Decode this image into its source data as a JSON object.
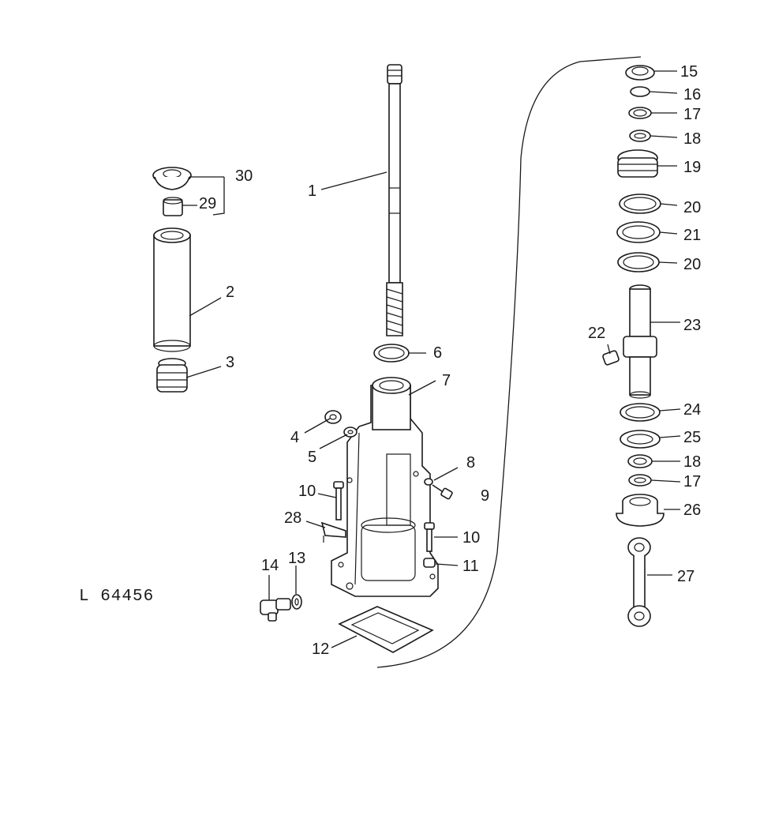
{
  "drawing_code": "L  64456",
  "callouts": [
    {
      "id": "c1",
      "text": "1"
    },
    {
      "id": "c2",
      "text": "2"
    },
    {
      "id": "c3",
      "text": "3"
    },
    {
      "id": "c4",
      "text": "4"
    },
    {
      "id": "c5",
      "text": "5"
    },
    {
      "id": "c6",
      "text": "6"
    },
    {
      "id": "c7",
      "text": "7"
    },
    {
      "id": "c8",
      "text": "8"
    },
    {
      "id": "c9",
      "text": "9"
    },
    {
      "id": "c10a",
      "text": "10"
    },
    {
      "id": "c10b",
      "text": "10"
    },
    {
      "id": "c11",
      "text": "11"
    },
    {
      "id": "c12",
      "text": "12"
    },
    {
      "id": "c13",
      "text": "13"
    },
    {
      "id": "c14",
      "text": "14"
    },
    {
      "id": "c15",
      "text": "15"
    },
    {
      "id": "c16",
      "text": "16"
    },
    {
      "id": "c17a",
      "text": "17"
    },
    {
      "id": "c17b",
      "text": "17"
    },
    {
      "id": "c18a",
      "text": "18"
    },
    {
      "id": "c18b",
      "text": "18"
    },
    {
      "id": "c19",
      "text": "19"
    },
    {
      "id": "c20a",
      "text": "20"
    },
    {
      "id": "c20b",
      "text": "20"
    },
    {
      "id": "c21",
      "text": "21"
    },
    {
      "id": "c22",
      "text": "22"
    },
    {
      "id": "c23",
      "text": "23"
    },
    {
      "id": "c24",
      "text": "24"
    },
    {
      "id": "c25",
      "text": "25"
    },
    {
      "id": "c26",
      "text": "26"
    },
    {
      "id": "c27",
      "text": "27"
    },
    {
      "id": "c28",
      "text": "28"
    },
    {
      "id": "c29",
      "text": "29"
    },
    {
      "id": "c30",
      "text": "30"
    }
  ]
}
